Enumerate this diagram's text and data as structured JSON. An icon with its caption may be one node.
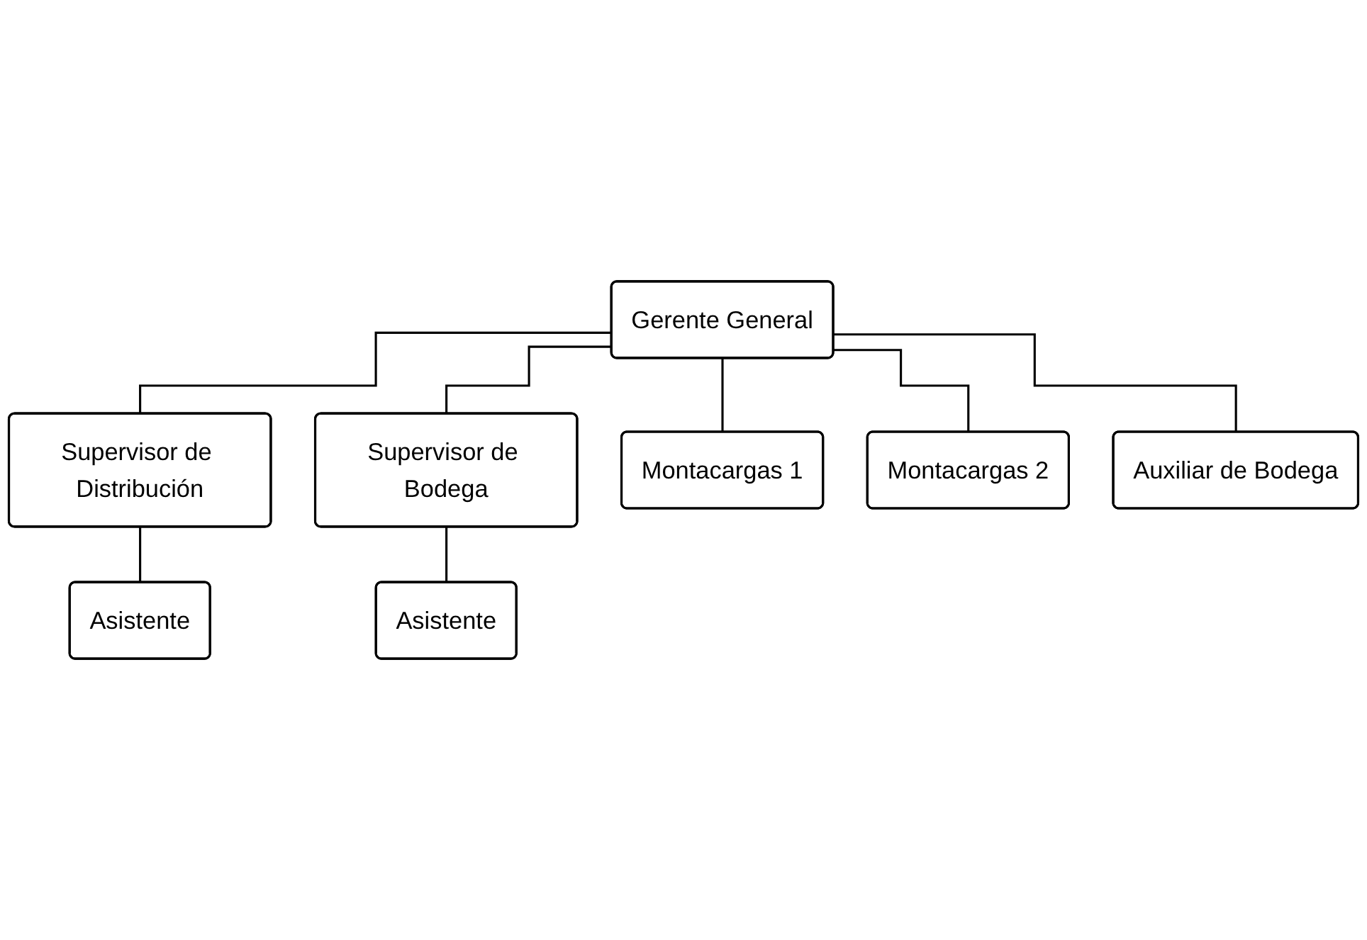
{
  "diagram": {
    "nodes": [
      {
        "text": [
          "Gerente General"
        ]
      },
      {
        "text": [
          "Supervisor de Distribución"
        ]
      },
      {
        "text": [
          "Supervisor de Bodega"
        ]
      },
      {
        "text": [
          "Asistente"
        ]
      },
      {
        "text": [
          "Asistente"
        ]
      },
      {
        "text": [
          "Montacargas 1"
        ]
      },
      {
        "text": [
          "Montacargas 2"
        ]
      },
      {
        "text": [
          "Auxiliar de Bodega"
        ]
      }
    ],
    "edges": [
      {
        "from": 0,
        "to": 1,
        "arrow": "none"
      },
      {
        "from": 0,
        "to": 2,
        "arrow": "none"
      },
      {
        "from": 1,
        "to": 3,
        "arrow": "none"
      },
      {
        "from": 2,
        "to": 4,
        "arrow": "none"
      },
      {
        "from": 0,
        "to": 5,
        "arrow": "none"
      },
      {
        "from": 0,
        "to": 6,
        "arrow": "none"
      },
      {
        "from": 0,
        "to": 7,
        "arrow": "none"
      }
    ]
  }
}
